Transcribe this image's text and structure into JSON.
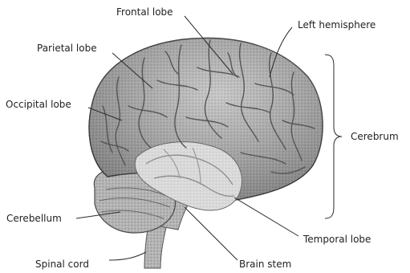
{
  "labels": {
    "frontal_lobe": "Frontal lobe",
    "left_hemisphere": "Left hemisphere",
    "parietal_lobe": "Parietal lobe",
    "occipital_lobe": "Occipital lobe",
    "cerebrum": "Cerebrum",
    "cerebellum": "Cerebellum",
    "temporal_lobe": "Temporal lobe",
    "spinal_cord": "Spinal cord",
    "brain_stem": "Brain stem"
  }
}
